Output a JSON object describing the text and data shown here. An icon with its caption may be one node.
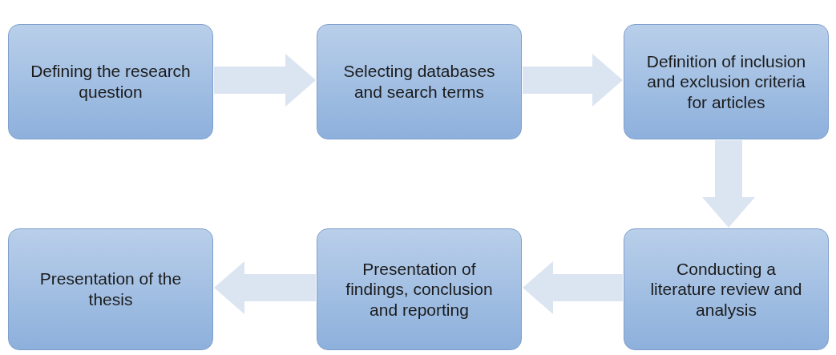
{
  "diagram": {
    "nodes": [
      {
        "text": [
          "Defining the research question"
        ]
      },
      {
        "text": [
          "Selecting databases and search terms"
        ]
      },
      {
        "text": [
          "Definition of inclusion and exclusion criteria for articles"
        ]
      },
      {
        "text": [
          "Presentation of the thesis"
        ]
      },
      {
        "text": [
          "Presentation of findings, conclusion and reporting"
        ]
      },
      {
        "text": [
          "Conducting a literature review and analysis"
        ]
      }
    ],
    "edges": [
      {
        "from": 0,
        "to": 1,
        "arrow": "to"
      },
      {
        "from": 1,
        "to": 2,
        "arrow": "to"
      },
      {
        "from": 2,
        "to": 5,
        "arrow": "to"
      },
      {
        "from": 5,
        "to": 4,
        "arrow": "to"
      },
      {
        "from": 4,
        "to": 3,
        "arrow": "to"
      }
    ]
  }
}
